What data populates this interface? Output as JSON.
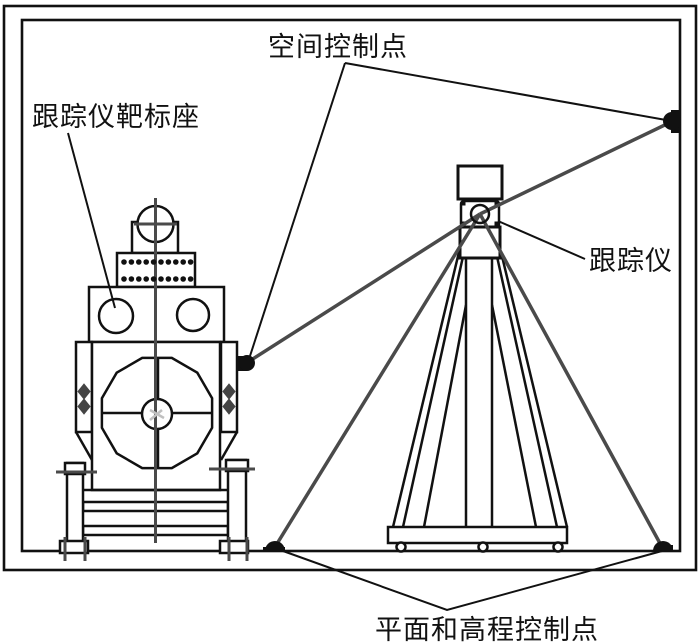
{
  "figure": {
    "title_context": "laser tracker measurement setup diagram",
    "labels": {
      "spatial_control_point": "空间控制点",
      "tracker_target_seat": "跟踪仪靶标座",
      "tracker": "跟踪仪",
      "plane_elevation_control_point": "平面和高程控制点"
    },
    "markers": {
      "wall_marker": "control-point-marker",
      "machine_marker": "control-point-marker",
      "floor_left_marker": "control-point-marker",
      "floor_right_marker": "control-point-marker"
    },
    "colors": {
      "line_black": "#111111",
      "ray_gray": "#4a4a4a",
      "accent_gray": "#444444",
      "background": "#ffffff"
    }
  }
}
